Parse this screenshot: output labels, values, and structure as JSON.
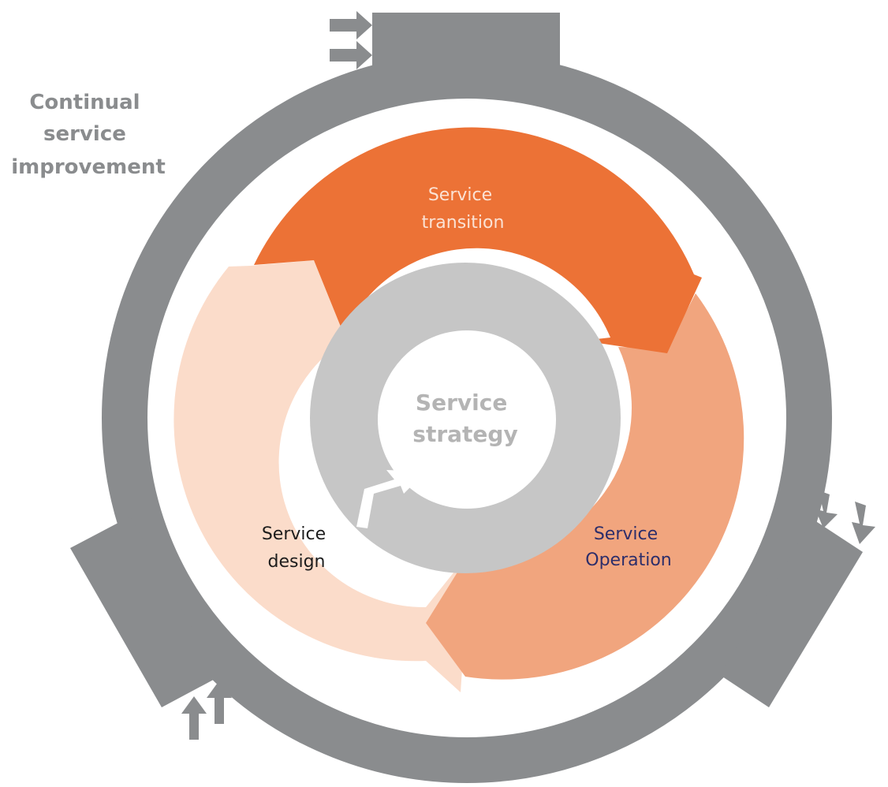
{
  "labels": {
    "continual_service_improvement": [
      "Continual",
      "service",
      "improvement"
    ],
    "service_strategy": [
      "Service",
      "strategy"
    ],
    "service_transition": [
      "Service",
      "transition"
    ],
    "service_design": [
      "Service",
      "design"
    ],
    "service_operation": [
      "Service",
      "Operation"
    ]
  },
  "colors": {
    "outer_ring": "#8a8c8e",
    "strategy_ring": "#c6c6c6",
    "strategy_text": "#b4b4b4",
    "csi_text": "#8a8c8e",
    "transition": "#ec7236",
    "operation": "#f1a57e",
    "design": "#fbdcca",
    "transition_text": "#fbe2d4",
    "design_text": "#1c1c1c",
    "operation_text": "#2d2e6a"
  }
}
